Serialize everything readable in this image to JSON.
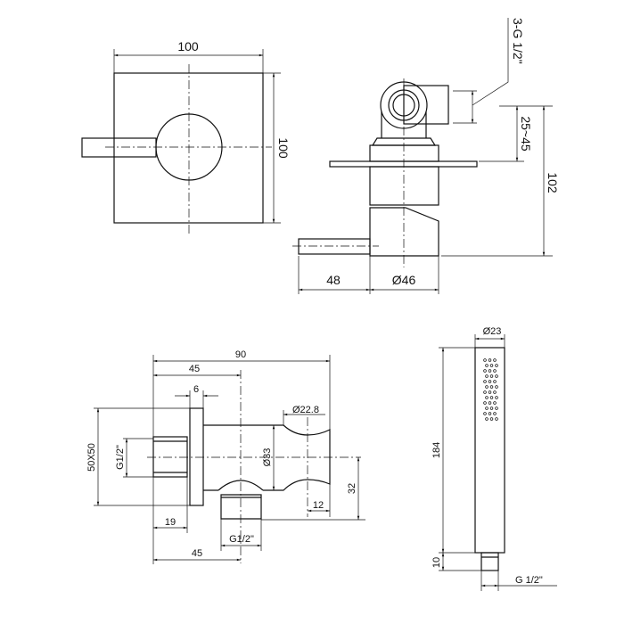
{
  "title": "Concealed shower mixer with wall outlet and hand shower - technical drawing",
  "front_view": {
    "width": "100",
    "height": "100"
  },
  "side_view": {
    "connections": "3-G 1/2\"",
    "wall_depth": "25~45",
    "total_height": "102",
    "lever_length": "48",
    "body_diameter": "Ø46"
  },
  "wall_outlet": {
    "length": "90",
    "to_axis": "45",
    "plate_thickness": "6",
    "plate_size": "50X50",
    "thread_in": "G1/2\"",
    "holder_diameter": "Ø22.8",
    "body_diameter": "Ø33",
    "outlet_height": "32",
    "holder_width": "12",
    "thread_length": "19",
    "thread_out": "G1/2\"",
    "to_outlet": "45"
  },
  "hand_shower": {
    "diameter": "Ø23",
    "length": "184",
    "connector_length": "10",
    "thread": "G 1/2\""
  },
  "colors": {
    "line": "#111111",
    "background": "#ffffff"
  }
}
